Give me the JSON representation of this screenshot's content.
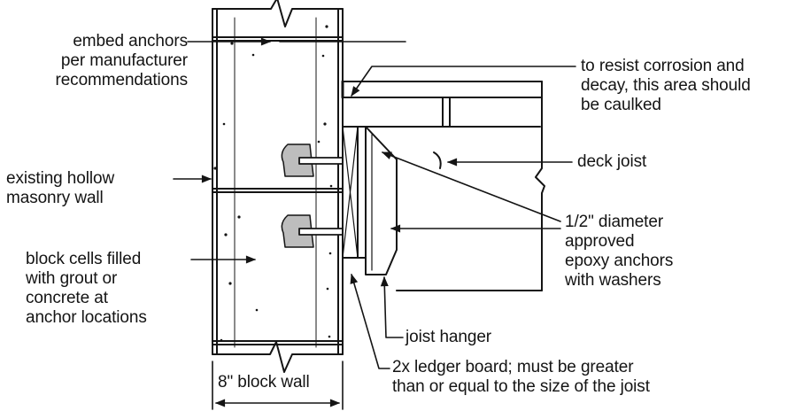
{
  "labels": {
    "embed_anchors": [
      "embed anchors",
      "per manufacturer",
      "recommendations"
    ],
    "existing_wall": [
      "existing hollow",
      "masonry wall"
    ],
    "block_cells": [
      "block cells filled",
      "with grout or",
      "concrete at",
      "anchor locations"
    ],
    "block_wall": "8\" block wall",
    "corrosion": [
      "to resist corrosion and",
      "decay, this area should",
      "be caulked"
    ],
    "deck_joist": "deck joist",
    "epoxy_anchors": [
      "1/2\" diameter",
      "approved",
      "epoxy anchors",
      "with washers"
    ],
    "joist_hanger": "joist hanger",
    "ledger_board": [
      "2x ledger board; must be greater",
      "than or equal to the size of the joist"
    ]
  },
  "colors": {
    "ink": "#141414",
    "grout": "#bdbdbd"
  }
}
